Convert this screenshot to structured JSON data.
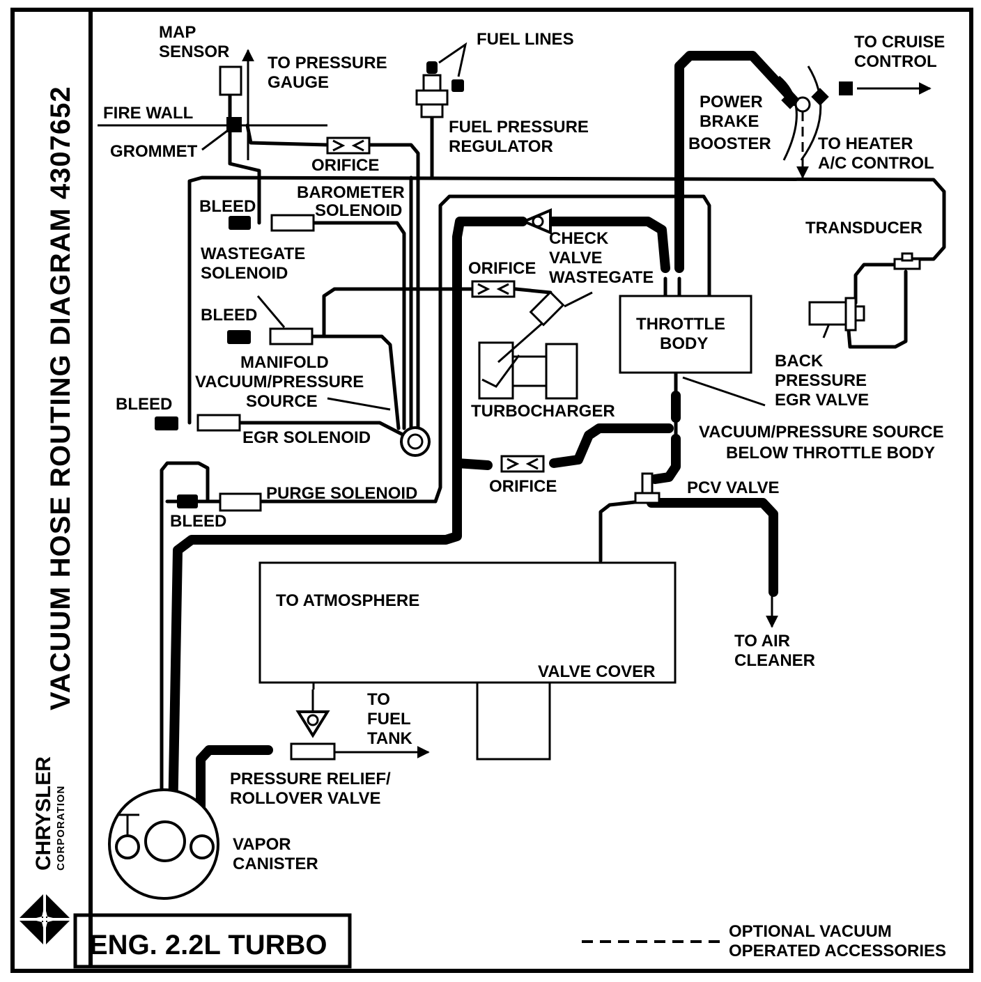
{
  "title": "VACUUM HOSE ROUTING DIAGRAM 4307652",
  "brand": {
    "name": "CHRYSLER",
    "sub": "CORPORATION"
  },
  "engine": "ENG. 2.2L TURBO",
  "legend": {
    "line1": "OPTIONAL VACUUM",
    "line2": "OPERATED ACCESSORIES"
  },
  "labels": {
    "map_sensor": [
      "MAP",
      "SENSOR"
    ],
    "to_pressure_gauge": [
      "TO PRESSURE",
      "GAUGE"
    ],
    "fire_wall": "FIRE WALL",
    "grommet": "GROMMET",
    "fuel_lines": "FUEL LINES",
    "fuel_pressure_regulator": [
      "FUEL PRESSURE",
      "REGULATOR"
    ],
    "orifice_top": "ORIFICE",
    "bleed_1": "BLEED",
    "barometer_solenoid": [
      "BAROMETER",
      "SOLENOID"
    ],
    "wastegate_solenoid": [
      "WASTEGATE",
      "SOLENOID"
    ],
    "bleed_2": "BLEED",
    "manifold_source": [
      "MANIFOLD",
      "VACUUM/PRESSURE",
      "SOURCE"
    ],
    "bleed_3": "BLEED",
    "egr_solenoid": "EGR SOLENOID",
    "purge_solenoid": "PURGE SOLENOID",
    "bleed_4": "BLEED",
    "orifice_mid": "ORIFICE",
    "check_valve_wastegate": [
      "CHECK",
      "VALVE",
      "WASTEGATE"
    ],
    "turbocharger": "TURBOCHARGER",
    "orifice_low": "ORIFICE",
    "throttle_body": [
      "THROTTLE",
      "BODY"
    ],
    "power_brake_booster": [
      "POWER",
      "BRAKE",
      "BOOSTER"
    ],
    "to_cruise_control": [
      "TO CRUISE",
      "CONTROL"
    ],
    "to_heater": [
      "TO HEATER",
      "A/C CONTROL"
    ],
    "transducer": "TRANSDUCER",
    "back_pressure_egr": [
      "BACK",
      "PRESSURE",
      "EGR VALVE"
    ],
    "vp_source_below": [
      "VACUUM/PRESSURE SOURCE",
      "BELOW  THROTTLE BODY"
    ],
    "pcv_valve": "PCV VALVE",
    "to_atmosphere": "TO  ATMOSPHERE",
    "valve_cover": "VALVE COVER",
    "to_air_cleaner": [
      "TO AIR",
      "CLEANER"
    ],
    "to_fuel_tank": [
      "TO",
      "FUEL",
      "TANK"
    ],
    "relief_valve": [
      "PRESSURE RELIEF/",
      "ROLLOVER VALVE"
    ],
    "vapor_canister": [
      "VAPOR",
      "CANISTER"
    ]
  }
}
